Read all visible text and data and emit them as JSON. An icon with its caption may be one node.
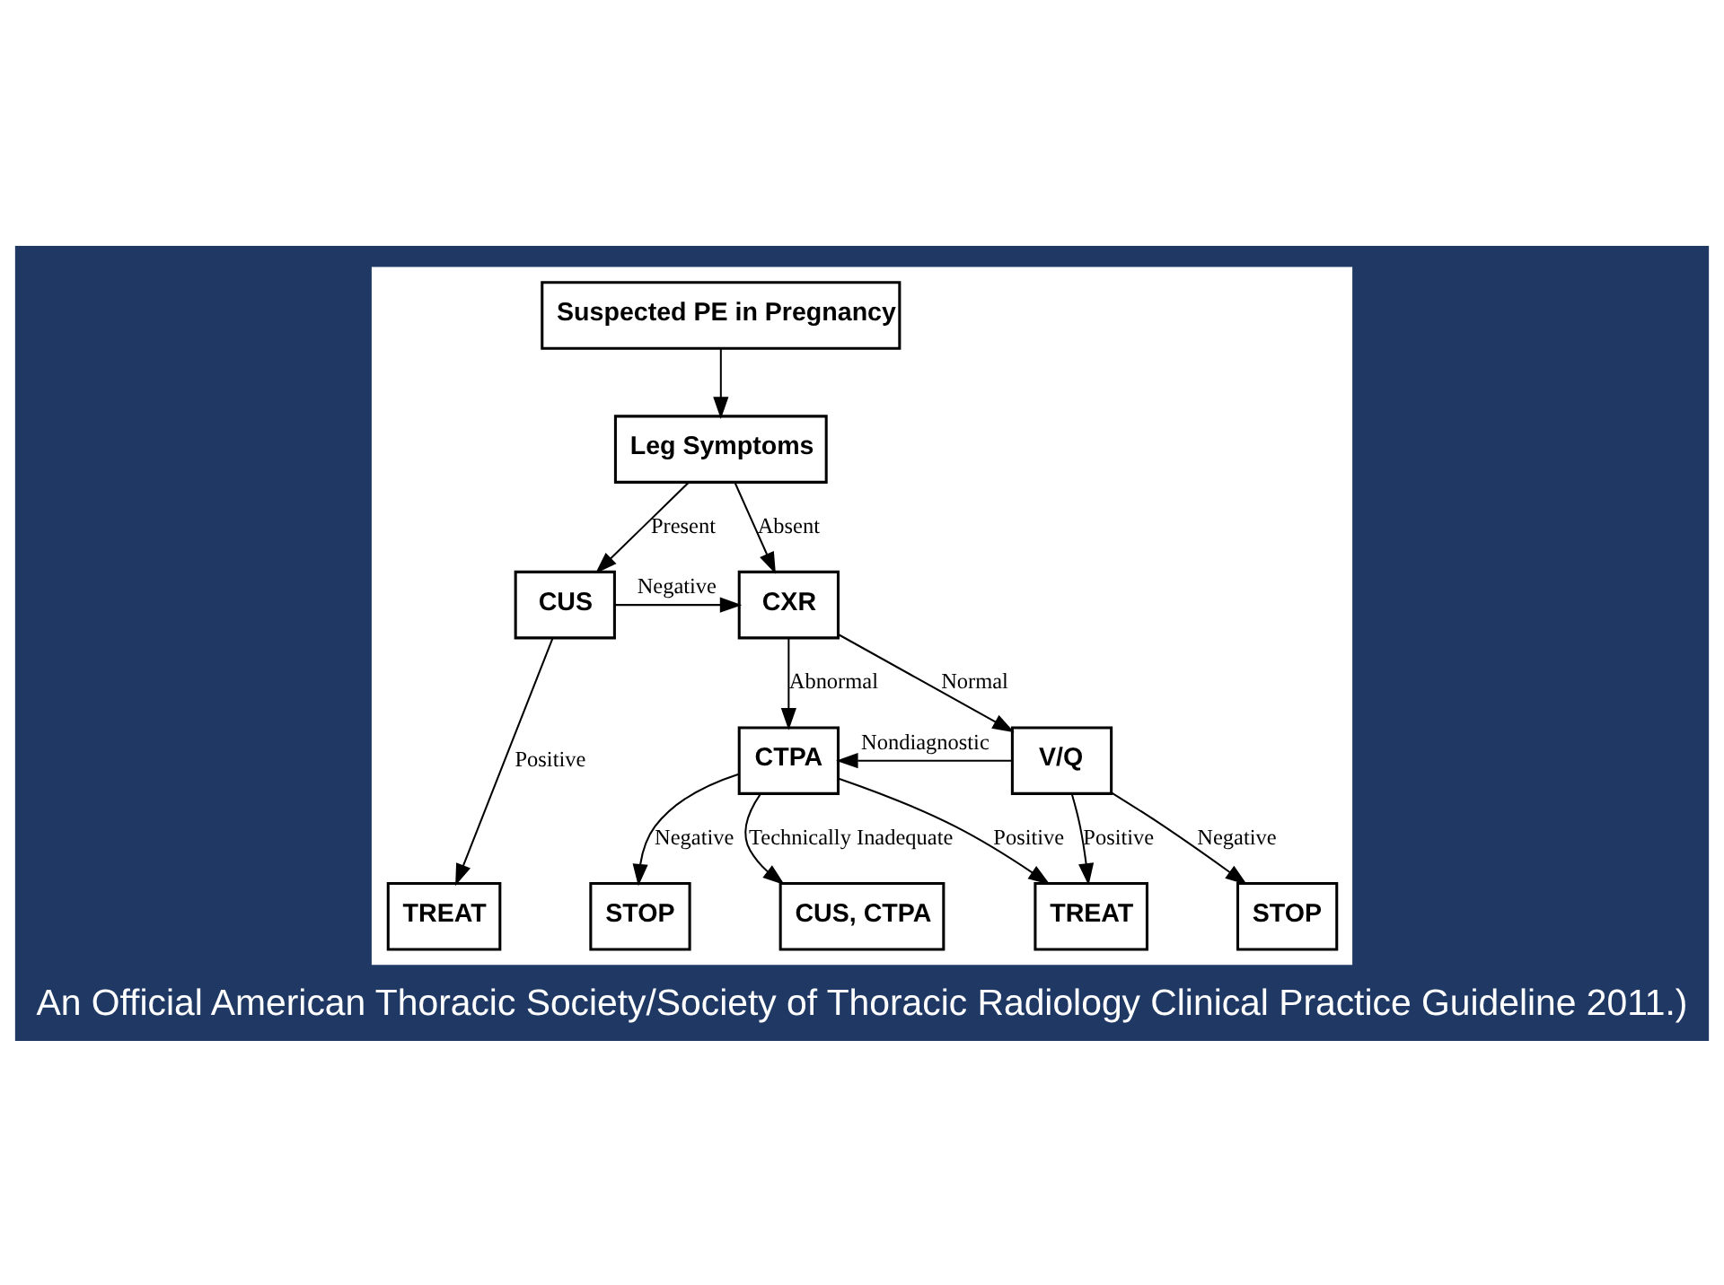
{
  "diagram": {
    "caption": "An Official American Thoracic Society/Society of Thoracic Radiology Clinical Practice Guideline 2011.)",
    "nodes": [
      {
        "text": [],
        "shape": "box"
      },
      {
        "text": [
          "Suspected PE in Pregnancy"
        ],
        "in": 0
      },
      {
        "text": [
          "Leg Symptoms"
        ],
        "in": 0
      },
      {
        "text": [
          "CUS"
        ],
        "in": 0
      },
      {
        "text": [
          "CXR"
        ],
        "in": 0
      },
      {
        "text": [
          "CTPA"
        ],
        "in": 0
      },
      {
        "text": [
          "V/Q"
        ],
        "in": 0
      },
      {
        "text": [
          "TREAT"
        ],
        "in": 0
      },
      {
        "text": [
          "STOP"
        ],
        "in": 0
      },
      {
        "text": [
          "CUS, CTPA"
        ],
        "in": 0
      },
      {
        "text": [
          "TREAT"
        ],
        "in": 0
      },
      {
        "text": [
          "STOP"
        ],
        "in": 0
      }
    ],
    "edges": [
      {
        "from": 1,
        "to": 2,
        "arrow": "to"
      },
      {
        "from": 2,
        "to": 3,
        "arrow": "to",
        "label": "Present"
      },
      {
        "from": 2,
        "to": 4,
        "arrow": "to",
        "label": "Absent"
      },
      {
        "from": 3,
        "to": 4,
        "arrow": "to",
        "label": "Negative"
      },
      {
        "from": 3,
        "to": 7,
        "arrow": "to",
        "label": "Positive"
      },
      {
        "from": 4,
        "to": 5,
        "arrow": "to",
        "label": "Abnormal"
      },
      {
        "from": 4,
        "to": 6,
        "arrow": "to",
        "label": "Normal"
      },
      {
        "from": 6,
        "to": 5,
        "arrow": "to",
        "label": "Nondiagnostic"
      },
      {
        "from": 5,
        "to": 8,
        "arrow": "to",
        "label": "Negative"
      },
      {
        "from": 5,
        "to": 9,
        "arrow": "to",
        "label": "Technically Inadequate"
      },
      {
        "from": 5,
        "to": 10,
        "arrow": "to",
        "label": "Positive"
      },
      {
        "from": 6,
        "to": 10,
        "arrow": "to",
        "label": "Positive"
      },
      {
        "from": 6,
        "to": 11,
        "arrow": "to",
        "label": "Negative"
      }
    ]
  }
}
